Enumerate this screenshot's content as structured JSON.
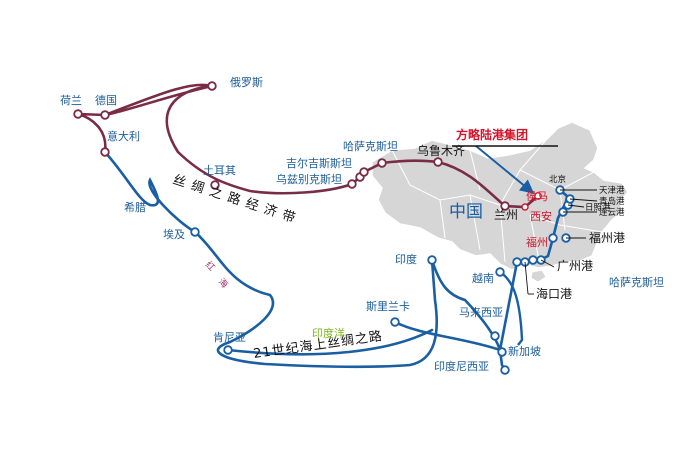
{
  "colors": {
    "land_route": "#7a2b46",
    "sea_route": "#1a5ea3",
    "china_fill": "#d6d6d6",
    "china_stroke": "#ffffff",
    "callout_red": "#d4142a",
    "ocean_label": "#7bb81c",
    "red_sea_label": "#a2306b"
  },
  "route_names": {
    "land": "丝 绸 之 路 经 济 带",
    "sea": "21世纪海上丝绸之路"
  },
  "company_callout": "方略陆港集团",
  "china_label": "中国",
  "red_sea_label": [
    "红",
    "海"
  ],
  "ocean_label": "印度洋",
  "land_cities": {
    "holland": "荷兰",
    "germany": "德国",
    "russia": "俄罗斯",
    "turkey": "土耳其",
    "kyrgyzstan": "吉尔吉斯斯坦",
    "uzbekistan": "乌兹别克斯坦",
    "kazakhstan": "哈萨克斯坦",
    "urumqi": "乌鲁木齐",
    "lanzhou": "兰州",
    "xian": "西安",
    "houma": "侯马",
    "italy": "意大利"
  },
  "sea_cities": {
    "greece": "希腊",
    "egypt": "埃及",
    "kenya": "肯尼亚",
    "india": "印度",
    "sri_lanka": "斯里兰卡",
    "malaysia": "马来西亚",
    "singapore": "新加坡",
    "indonesia": "印度尼西亚",
    "vietnam": "越南"
  },
  "ports": {
    "beijing": "北京",
    "tianjin": "天津港",
    "qingdao": "青岛港",
    "rizhao": "日照港",
    "lianyungang": "连云港",
    "fuzhou_port": "福州港",
    "fuzhou_city": "福州",
    "guangzhou": "广州港",
    "haikou": "海口港",
    "kazakhstan_far": "哈萨克斯坦"
  }
}
